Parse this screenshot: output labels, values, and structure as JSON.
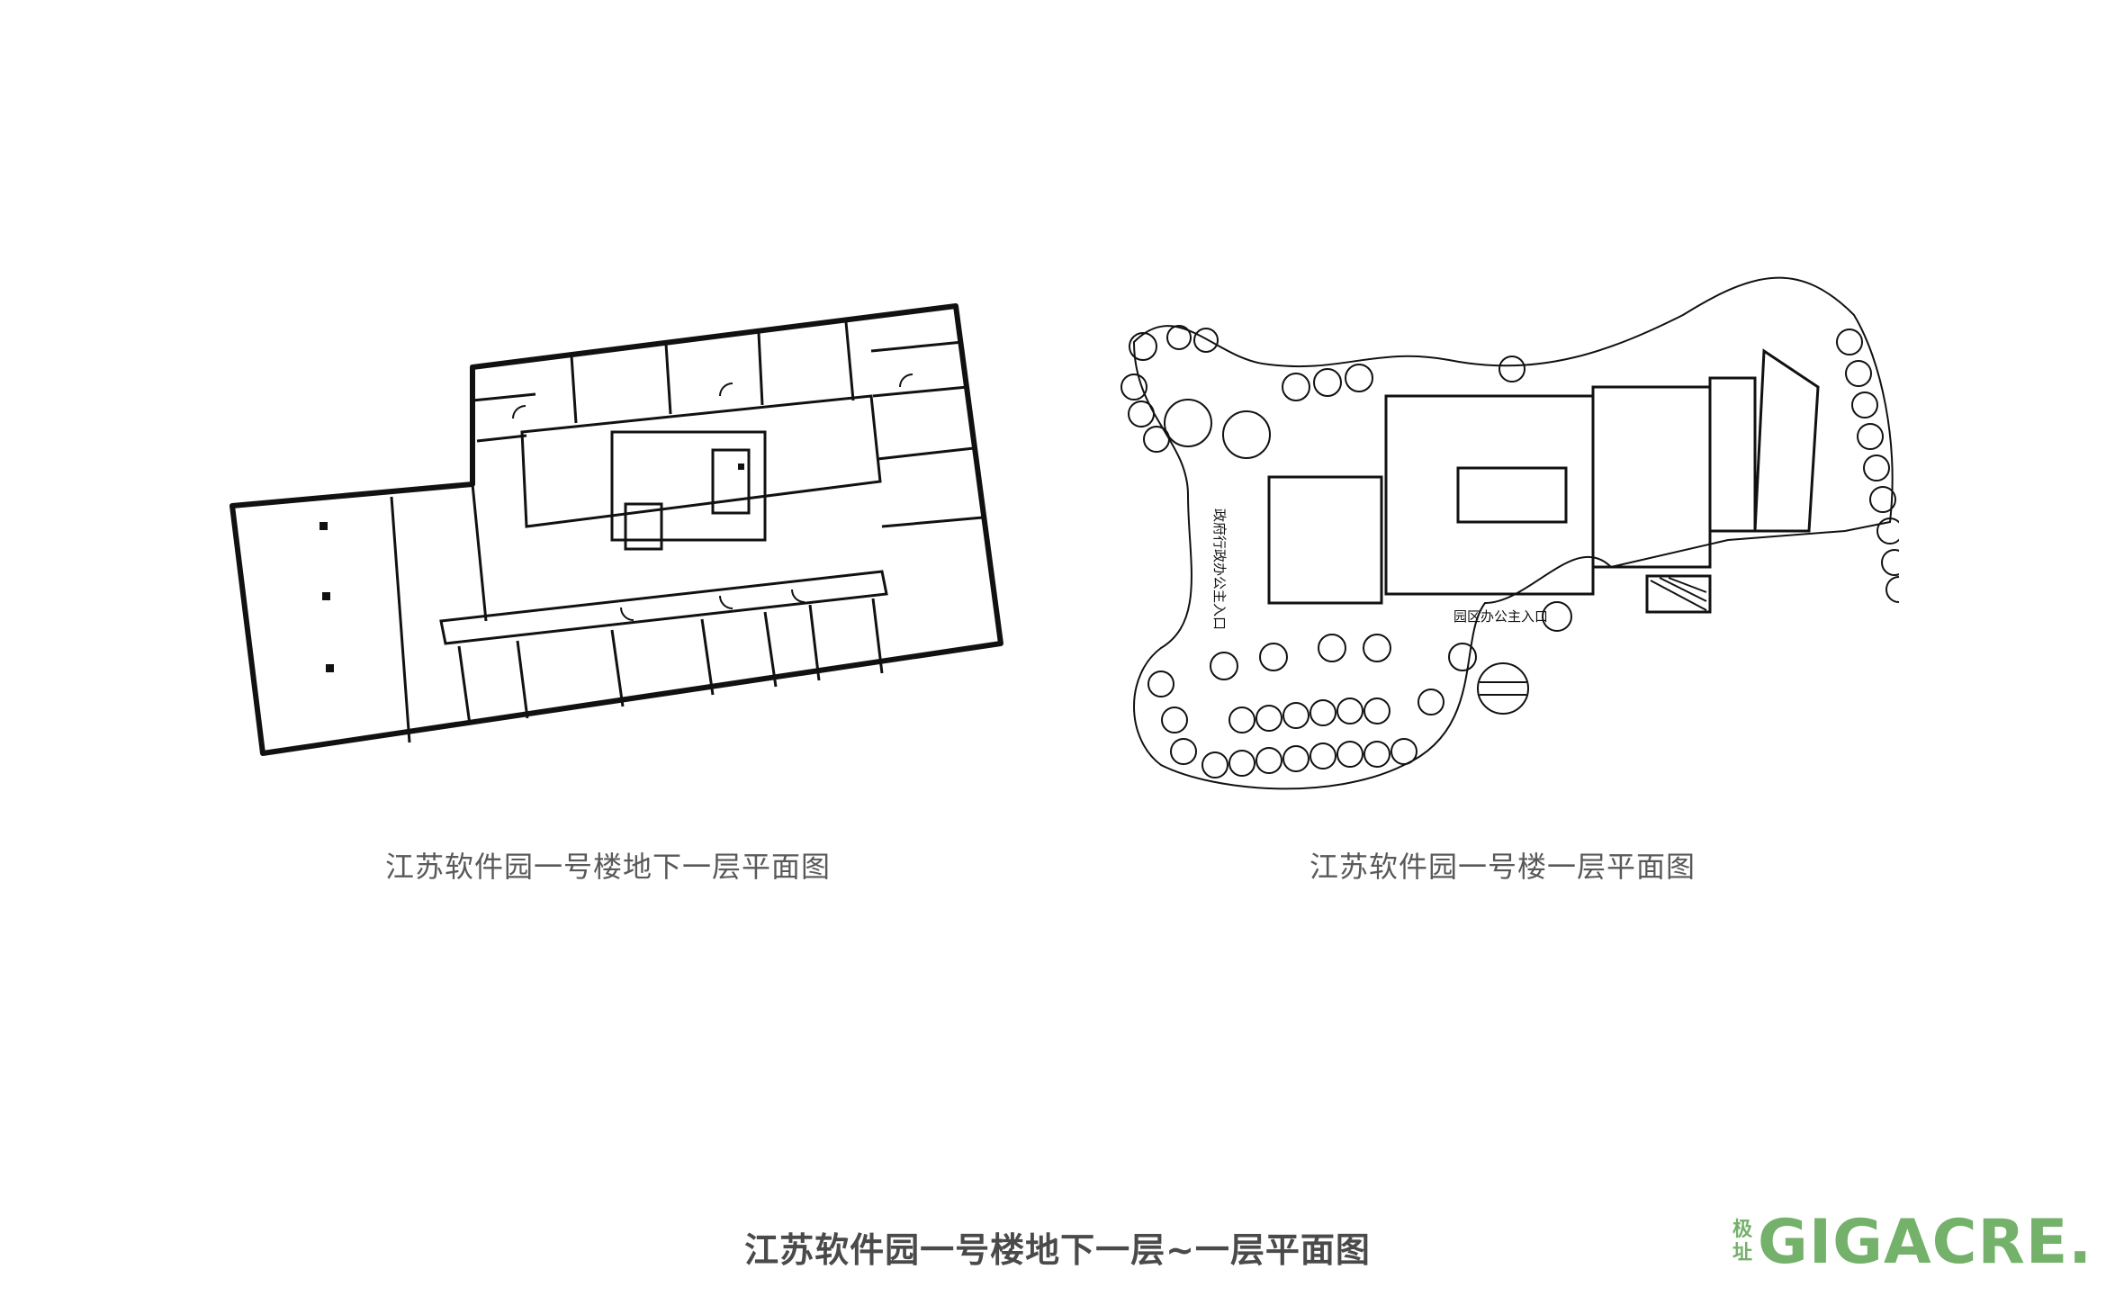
{
  "plans": [
    {
      "caption": "江苏软件园一号楼地下一层平面图"
    },
    {
      "caption": "江苏软件园一号楼一层平面图",
      "labels": {
        "gov_entrance": "政府行政办公主入口",
        "park_entrance": "园区办公主入口"
      }
    }
  ],
  "main_title": "江苏软件园一号楼地下一层~一层平面图",
  "logo": {
    "cn_top": "极",
    "cn_bottom": "址",
    "en": "GIGACRE."
  },
  "colors": {
    "line": "#111111",
    "caption": "#595959",
    "brand": "#74b16a"
  }
}
